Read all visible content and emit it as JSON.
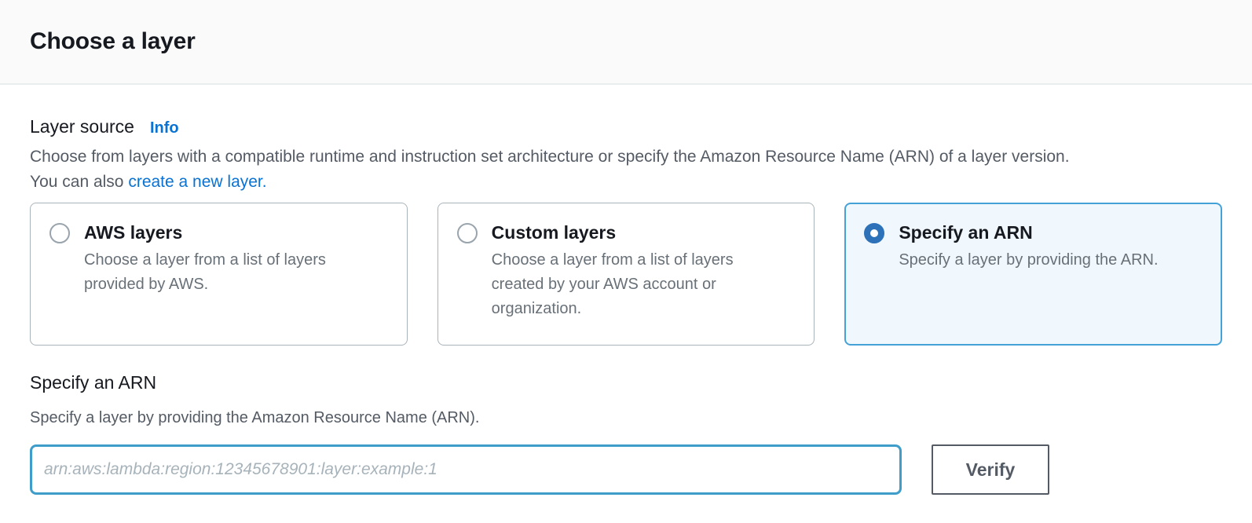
{
  "header": {
    "title": "Choose a layer"
  },
  "layer_source": {
    "label": "Layer source",
    "info_label": "Info",
    "description_text": "Choose from layers with a compatible runtime and instruction set architecture or specify the Amazon Resource Name (ARN) of a layer version. You can also ",
    "description_link": "create a new layer.",
    "options": [
      {
        "title": "AWS layers",
        "description": "Choose a layer from a list of layers provided by AWS.",
        "selected": false
      },
      {
        "title": "Custom layers",
        "description": "Choose a layer from a list of layers created by your AWS account or organization.",
        "selected": false
      },
      {
        "title": "Specify an ARN",
        "description": "Specify a layer by providing the ARN.",
        "selected": true
      }
    ]
  },
  "arn_section": {
    "label": "Specify an ARN",
    "description": "Specify a layer by providing the Amazon Resource Name (ARN).",
    "input_value": "",
    "input_placeholder": "arn:aws:lambda:region:12345678901:layer:example:1",
    "verify_button_label": "Verify"
  },
  "colors": {
    "link_blue": "#0972d3",
    "radio_selected_blue": "#2d72b9",
    "selected_card_border": "#44a2d9",
    "selected_card_bg": "#f1f8fd",
    "unselected_card_border": "#a9b4ba",
    "input_focus_border": "#3e9dc9",
    "header_bg": "#fafafa",
    "divider": "#eaeded",
    "heading_text": "#16191f",
    "body_text": "#545b64",
    "muted_text": "#687078",
    "button_border": "#545b64"
  }
}
